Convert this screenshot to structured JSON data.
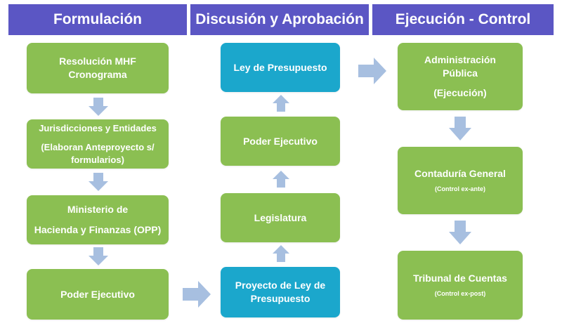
{
  "headers": {
    "formulacion": "Formulación",
    "discusion": "Discusión y Aprobación",
    "ejecucion": "Ejecución - Control"
  },
  "formulacion": {
    "box1": {
      "line1": "Resolución MHF",
      "line2": "Cronograma"
    },
    "box2": {
      "line1": "Jurisdicciones y Entidades",
      "line2": "(Elaboran Anteproyecto s/",
      "line3": "formularios)"
    },
    "box3": {
      "line1": "Ministerio de",
      "line2": "Hacienda y Finanzas (OPP)"
    },
    "box4": {
      "line1": "Poder Ejecutivo"
    }
  },
  "discusion": {
    "box1": {
      "line1": "Ley de Presupuesto"
    },
    "box2": {
      "line1": "Poder Ejecutivo"
    },
    "box3": {
      "line1": "Legislatura"
    },
    "box4": {
      "line1": "Proyecto de Ley de",
      "line2": "Presupuesto"
    }
  },
  "ejecucion": {
    "box1": {
      "line1": "Administración",
      "line2": "Pública",
      "line3": "(Ejecución)"
    },
    "box2": {
      "line1": "Contaduría  General",
      "note": "(Control ex-ante)"
    },
    "box3": {
      "line1": "Tribunal  de Cuentas",
      "note": "(Control ex-post)"
    }
  },
  "colors": {
    "header": "#5b56c4",
    "green": "#8bbf52",
    "blue": "#1ba7cc",
    "arrow": "#a7bfe0"
  }
}
